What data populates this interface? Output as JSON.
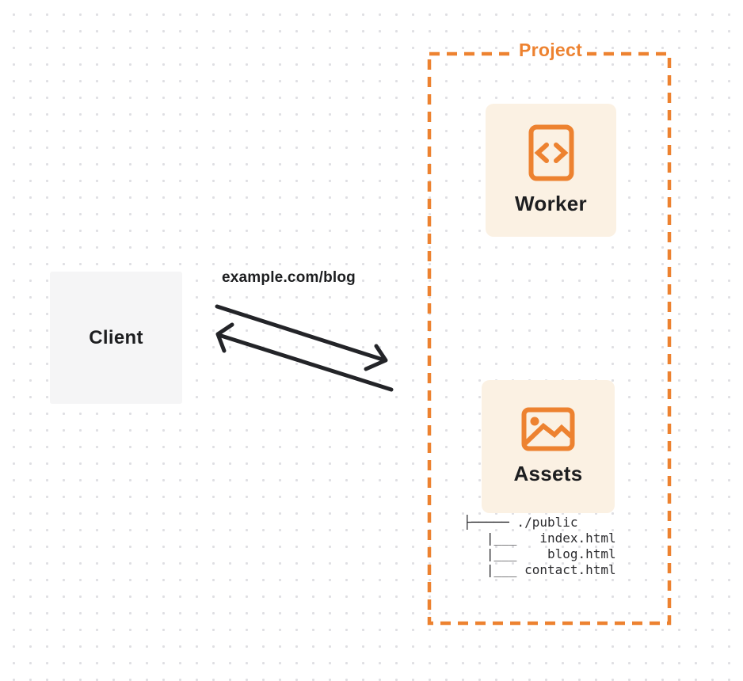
{
  "diagram": {
    "client": {
      "label": "Client"
    },
    "request": {
      "label": "example.com/blog"
    },
    "project": {
      "label": "Project",
      "worker": {
        "label": "Worker",
        "icon": "code-file-icon"
      },
      "assets": {
        "label": "Assets",
        "icon": "image-icon",
        "file_tree": [
          "├───── ./public",
          "   |___   index.html",
          "   |___    blog.html",
          "   |___ contact.html"
        ]
      }
    },
    "colors": {
      "accent_orange": "#ed8230",
      "card_background": "#fbf1e3",
      "client_background": "#f5f5f6",
      "arrow": "#232428",
      "text": "#1d1e20",
      "dot_grid": "#dfdfe3"
    }
  }
}
